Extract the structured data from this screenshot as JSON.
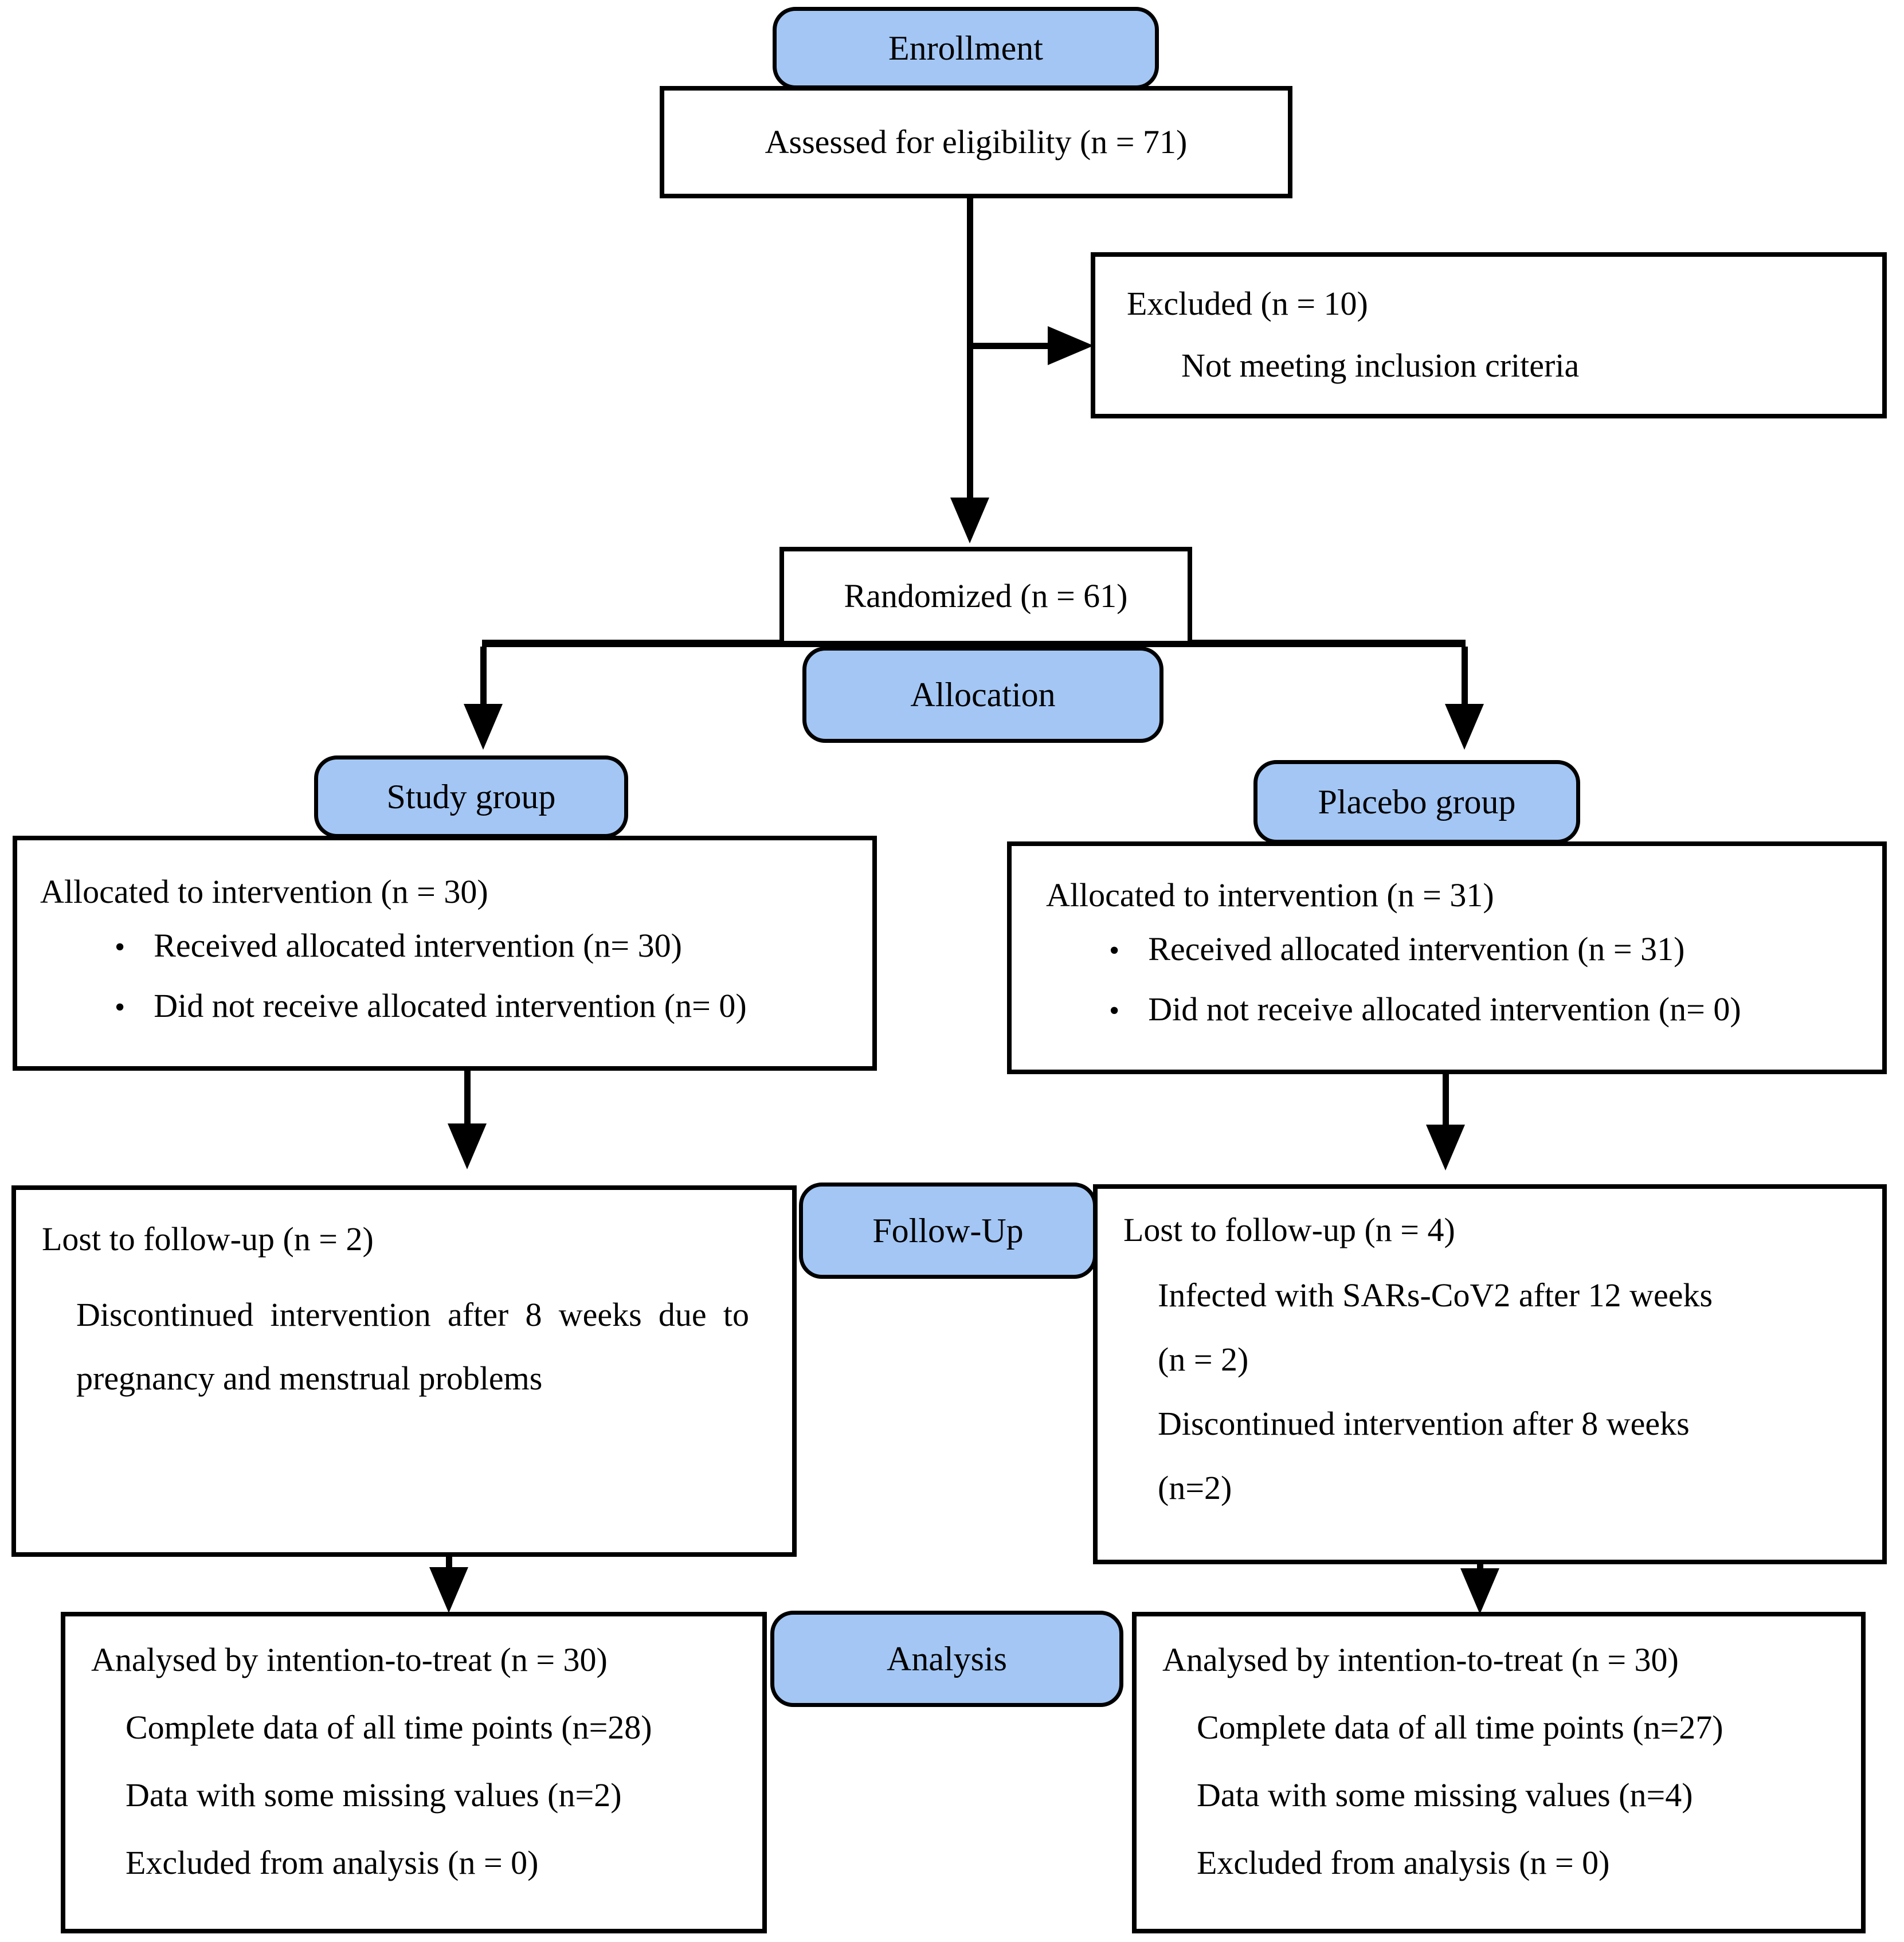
{
  "colors": {
    "badge_fill": "#A3C6F4",
    "line": "#000000",
    "box_bg": "#FFFFFF"
  },
  "icons": {
    "bullet": "•"
  },
  "enrollment": {
    "badge": "Enrollment",
    "assessed": "Assessed for eligibility (n = 71)",
    "excluded": {
      "title": "Excluded (n = 10)",
      "reason": "Not meeting inclusion criteria"
    },
    "randomized": "Randomized (n = 61)"
  },
  "allocation": {
    "badge": "Allocation",
    "study": {
      "badge": "Study group",
      "title": "Allocated to intervention (n = 30)",
      "bullets": [
        "Received allocated intervention (n= 30)",
        "Did not receive allocated intervention (n= 0)"
      ]
    },
    "placebo": {
      "badge": "Placebo group",
      "title": "Allocated to intervention (n = 31)",
      "bullets": [
        "Received allocated intervention (n = 31)",
        "Did not receive allocated intervention (n= 0)"
      ]
    }
  },
  "follow_up": {
    "badge": "Follow-Up",
    "study": {
      "title": "Lost to follow-up (n = 2)",
      "detail": "Discontinued intervention after 8 weeks due to pregnancy and menstrual problems"
    },
    "placebo": {
      "title": "Lost to follow-up (n = 4)",
      "details": [
        "Infected with SARs-CoV2 after 12 weeks",
        "(n = 2)",
        "Discontinued intervention after 8 weeks",
        "(n=2)"
      ]
    }
  },
  "analysis": {
    "badge": "Analysis",
    "study": {
      "title": "Analysed by intention-to-treat (n = 30)",
      "items": [
        "Complete data of all time points (n=28)",
        "Data with some missing values (n=2)",
        "Excluded from analysis (n = 0)"
      ]
    },
    "placebo": {
      "title": "Analysed by intention-to-treat (n = 30)",
      "items": [
        "Complete data of all time points (n=27)",
        "Data with some missing values (n=4)",
        "Excluded from analysis (n = 0)"
      ]
    }
  }
}
